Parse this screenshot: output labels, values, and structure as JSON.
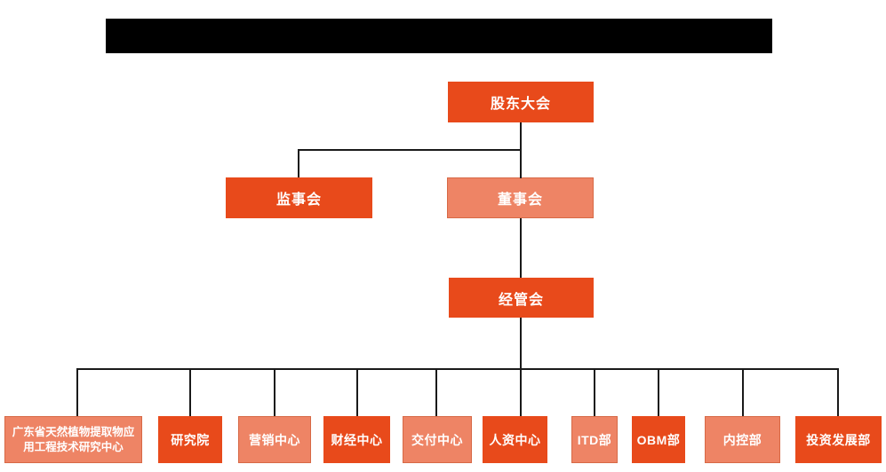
{
  "colors": {
    "box_dark": "#E84A1B",
    "box_light": "#EE8465",
    "box_text": "#FFFFFF",
    "line": "#1A1A1A",
    "header_bar": "#000000"
  },
  "header": {
    "title_redacted": ""
  },
  "org_chart": {
    "nodes": {
      "shareholders_meeting": {
        "label": "股东大会",
        "variant": "dark"
      },
      "supervisory_board": {
        "label": "监事会",
        "variant": "dark"
      },
      "board_of_directors": {
        "label": "董事会",
        "variant": "light"
      },
      "management_committee": {
        "label": "经管会",
        "variant": "dark"
      }
    },
    "departments": [
      {
        "label": "广东省天然植物提取物应用工程技术研究中心",
        "variant": "light"
      },
      {
        "label": "研究院",
        "variant": "dark"
      },
      {
        "label": "营销中心",
        "variant": "light"
      },
      {
        "label": "财经中心",
        "variant": "dark"
      },
      {
        "label": "交付中心",
        "variant": "light"
      },
      {
        "label": "人资中心",
        "variant": "dark"
      },
      {
        "label": "ITD部",
        "variant": "light"
      },
      {
        "label": "OBM部",
        "variant": "dark"
      },
      {
        "label": "内控部",
        "variant": "light"
      },
      {
        "label": "投资发展部",
        "variant": "dark"
      }
    ]
  }
}
